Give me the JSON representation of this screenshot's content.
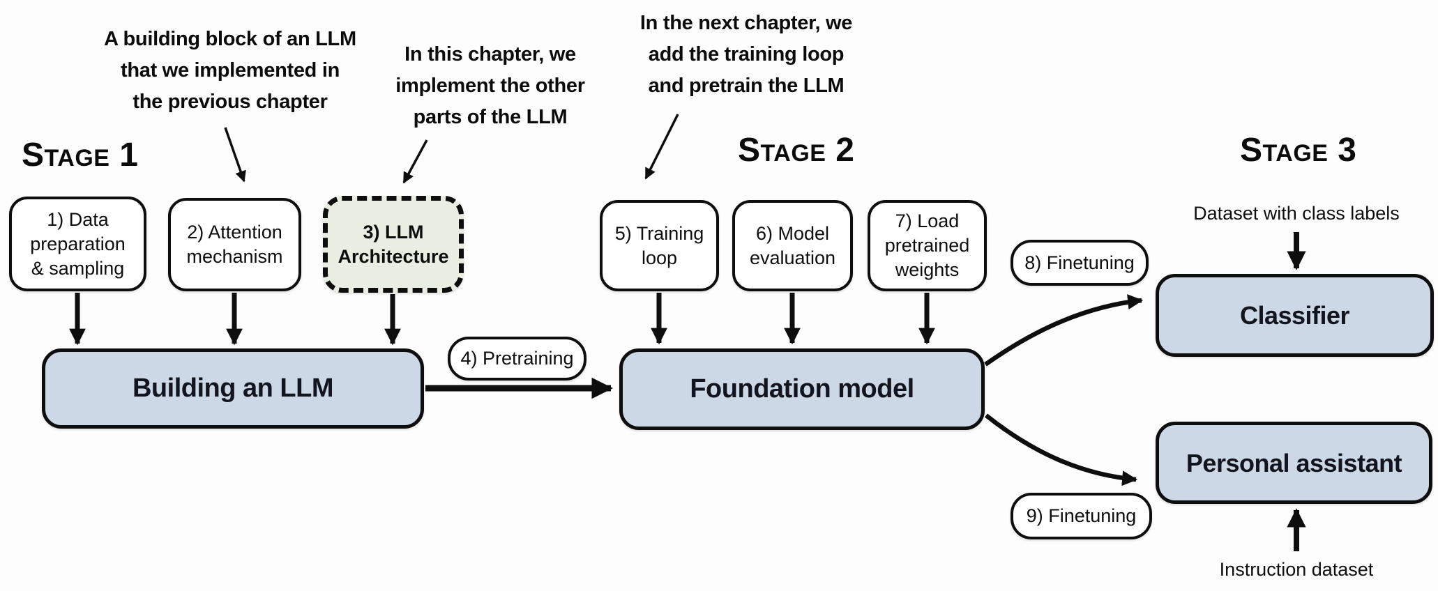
{
  "colors": {
    "box_blue": "#cdd8e6",
    "box_green": "#e9eee3",
    "line_black": "#0e0e0e",
    "background": "#fdfdfd"
  },
  "annotations": {
    "building_block": {
      "lines": [
        "A building block of an LLM",
        "that we implemented in",
        "the previous chapter"
      ]
    },
    "this_chapter": {
      "lines": [
        "In this chapter, we",
        "implement the other",
        "parts of the LLM"
      ]
    },
    "next_chapter": {
      "lines": [
        "In the next chapter, we",
        "add the training loop",
        "and pretrain the LLM"
      ]
    }
  },
  "stage_headings": {
    "stage1": "Stage 1",
    "stage2": "Stage 2",
    "stage3": "Stage 3"
  },
  "nodes": {
    "data_preparation": {
      "lines": [
        "1) Data",
        "preparation",
        "& sampling"
      ]
    },
    "attention_mechanism": {
      "lines": [
        "2) Attention",
        "mechanism"
      ]
    },
    "llm_architecture": {
      "lines": [
        "3) LLM",
        "Architecture"
      ]
    },
    "building_an_llm": {
      "label": "Building an LLM"
    },
    "pretraining": {
      "label": "4) Pretraining"
    },
    "training_loop": {
      "lines": [
        "5) Training",
        "loop"
      ]
    },
    "model_evaluation": {
      "lines": [
        "6) Model",
        "evaluation"
      ]
    },
    "load_pretrained_weights": {
      "lines": [
        "7) Load",
        "pretrained",
        "weights"
      ]
    },
    "foundation_model": {
      "label": "Foundation model"
    },
    "finetuning_8": {
      "label": "8) Finetuning"
    },
    "finetuning_9": {
      "label": "9) Finetuning"
    },
    "classifier": {
      "label": "Classifier"
    },
    "personal_assistant": {
      "label": "Personal assistant"
    }
  },
  "labels": {
    "dataset_with_class_labels": "Dataset with class labels",
    "instruction_dataset": "Instruction dataset"
  }
}
